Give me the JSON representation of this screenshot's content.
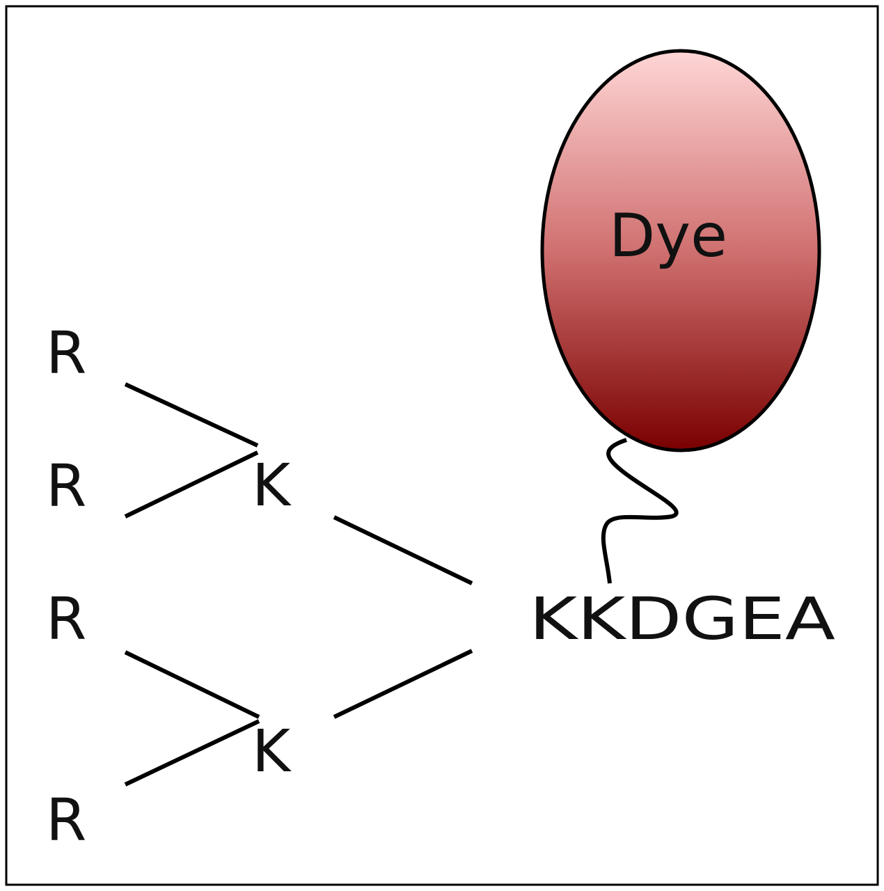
{
  "diagram": {
    "residues": {
      "r1": "R",
      "r2": "R",
      "r3": "R",
      "r4": "R",
      "k_upper": "K",
      "k_lower": "K"
    },
    "peptide": "KKDGEA",
    "dye_label": "Dye",
    "colors": {
      "dye_top": "#ffd6d6",
      "dye_mid": "#d07070",
      "dye_bottom": "#7a0000",
      "outline": "#000000",
      "text": "#111111"
    }
  }
}
